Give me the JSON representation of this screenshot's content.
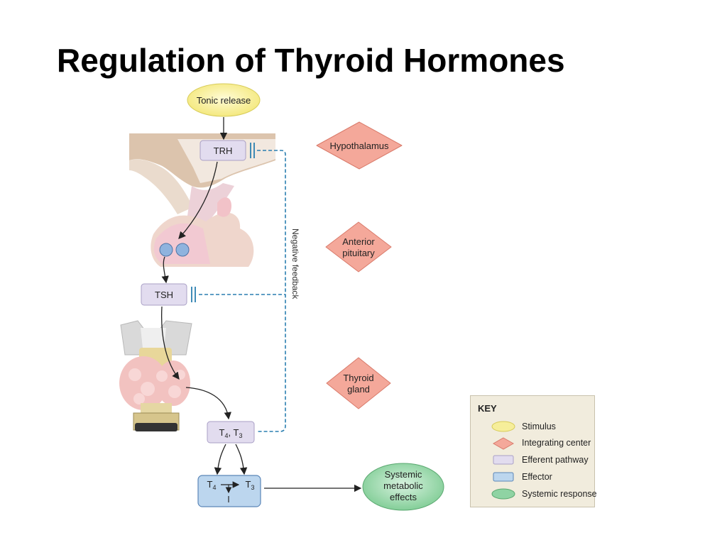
{
  "title": "Regulation of Thyroid Hormones",
  "diagram": {
    "stimulus": "Tonic release",
    "hormones": {
      "trh": "TRH",
      "tsh": "TSH",
      "t4": "T",
      "t4_sub": "4",
      "t3": "T",
      "t3_sub": "3",
      "separator": ", ",
      "iodide": "I"
    },
    "feedback_label": "Negative feedback",
    "centers": {
      "hypothalamus": "Hypothalamus",
      "anterior_pituitary_line1": "Anterior",
      "anterior_pituitary_line2": "pituitary",
      "thyroid_line1": "Thyroid",
      "thyroid_line2": "gland"
    },
    "response": {
      "line1": "Systemic",
      "line2": "metabolic",
      "line3": "effects"
    }
  },
  "key": {
    "title": "KEY",
    "items": [
      {
        "label": "Stimulus",
        "color": "#f6ee9a"
      },
      {
        "label": "Integrating center",
        "color": "#f4a89a"
      },
      {
        "label": "Efferent pathway",
        "color": "#e2dcef"
      },
      {
        "label": "Effector",
        "color": "#bcd6ee"
      },
      {
        "label": "Systemic response",
        "color": "#8fd3a3"
      }
    ]
  },
  "colors": {
    "stimulus": "#f6ee9a",
    "integrating": "#f4a89a",
    "efferent": "#e2dcef",
    "effector": "#bcd6ee",
    "response": "#8fd3a3",
    "feedback": "#2a7fb0"
  }
}
